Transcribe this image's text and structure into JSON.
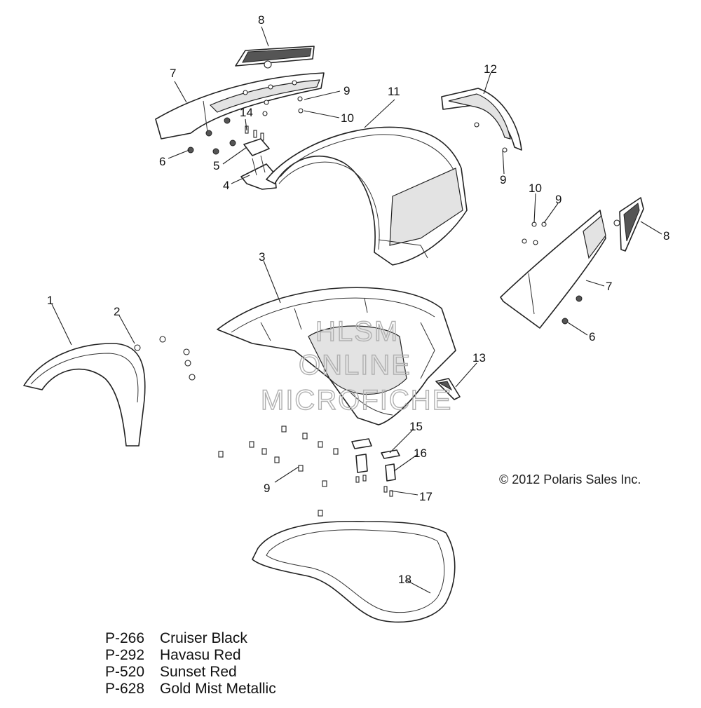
{
  "callouts": [
    "1",
    "2",
    "3",
    "4",
    "5",
    "6",
    "7",
    "8",
    "9",
    "10",
    "11",
    "12",
    "13",
    "14",
    "15",
    "16",
    "17",
    "18"
  ],
  "watermark": {
    "line1": "HLSM",
    "line2": "ONLINE",
    "line3": "MICROFICHE"
  },
  "copyright": "© 2012 Polaris Sales Inc.",
  "paint_codes": [
    {
      "code": "P-266",
      "name": "Cruiser Black"
    },
    {
      "code": "P-292",
      "name": "Havasu Red"
    },
    {
      "code": "P-520",
      "name": "Sunset Red"
    },
    {
      "code": "P-628",
      "name": "Gold Mist Metallic"
    }
  ]
}
